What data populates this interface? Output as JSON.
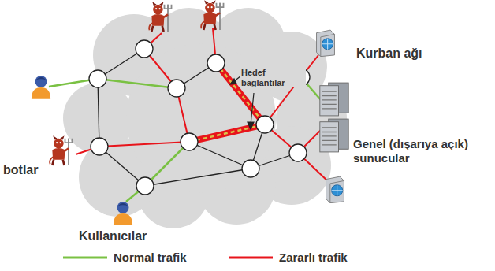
{
  "diagram": {
    "labels": [
      "Hedef bağlantılar",
      "Kurban ağı",
      "botlar",
      "Genel (dışarıya açık) sunucular",
      "Kullanıcılar"
    ],
    "legend": [
      {
        "text": "Normal trafik"
      },
      {
        "text": "Zararlı trafik"
      }
    ]
  }
}
